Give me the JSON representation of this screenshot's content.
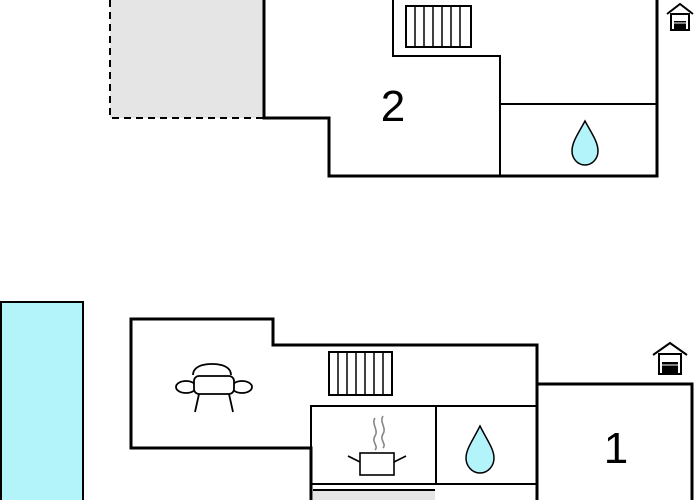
{
  "floors": [
    {
      "room_number": "2",
      "icons": [
        "stairs-icon",
        "water-drop-icon",
        "entrance-house-icon"
      ]
    },
    {
      "room_number": "1",
      "icons": [
        "sofa-icon",
        "stairs-icon",
        "cooking-pot-icon",
        "water-drop-icon",
        "entrance-house-icon"
      ]
    }
  ],
  "outdoor": [
    "terrace-area",
    "pool-area"
  ],
  "colors": {
    "wall": "#000000",
    "terrace_fill": "#e5e5e5",
    "pool_fill": "#b2f4fa",
    "water_drop": "#b2f4fa",
    "background": "#ffffff"
  }
}
